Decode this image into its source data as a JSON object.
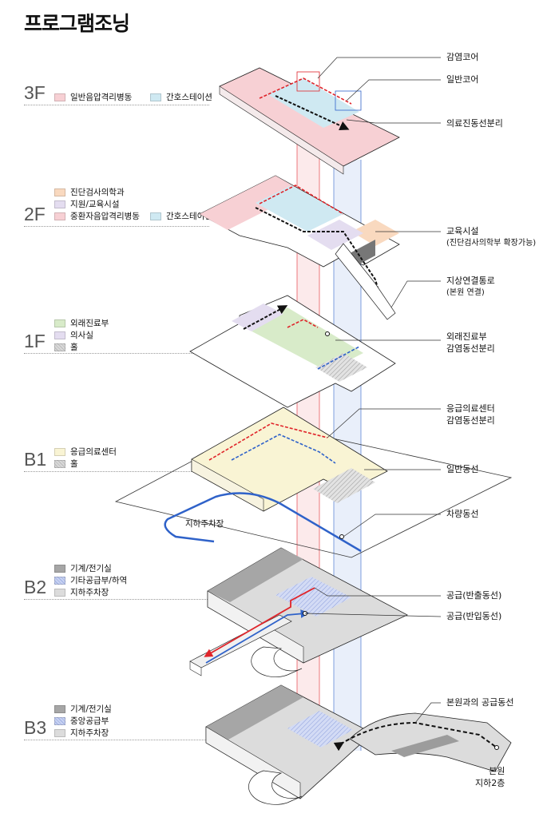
{
  "title": "프로그램조닝",
  "colors": {
    "isolation_ward": "#f7d0d4",
    "nurse_station": "#cfe9f2",
    "diagnostic": "#f9d9bf",
    "education": "#e4ddf0",
    "outpatient": "#d8ebc9",
    "doctor": "#e4ddf0",
    "hall": "#d9d9d9",
    "emergency": "#f9f4d4",
    "mechanical": "#a6a6a6",
    "supply": "#c9d3f2",
    "parking": "#dcdcdc",
    "red_flow": "#e0242a",
    "blue_flow": "#2f62c9"
  },
  "floors": [
    {
      "id": "3F",
      "label": "3F",
      "legend": [
        {
          "text": "일반음압격리병동",
          "color": "#f7d0d4"
        },
        {
          "text": "간호스테이션",
          "color": "#cfe9f2"
        }
      ]
    },
    {
      "id": "2F",
      "label": "2F",
      "legend": [
        {
          "text": "진단검사의학과",
          "color": "#f9d9bf"
        },
        {
          "text": "지원/교육시설",
          "color": "#e4ddf0"
        },
        {
          "text": "중환자음압격리병동",
          "color": "#f7d0d4"
        },
        {
          "text": "간호스테이션",
          "color": "#cfe9f2"
        }
      ]
    },
    {
      "id": "1F",
      "label": "1F",
      "legend": [
        {
          "text": "외래진료부",
          "color": "#d8ebc9"
        },
        {
          "text": "의사실",
          "color": "#e4ddf0"
        },
        {
          "text": "홀",
          "color": "#d9d9d9"
        }
      ]
    },
    {
      "id": "B1",
      "label": "B1",
      "legend": [
        {
          "text": "응급의료센터",
          "color": "#f9f4d4"
        },
        {
          "text": "홀",
          "color": "#d9d9d9"
        }
      ]
    },
    {
      "id": "B2",
      "label": "B2",
      "legend": [
        {
          "text": "기계/전기실",
          "color": "#a6a6a6"
        },
        {
          "text": "기타공급부/하역",
          "color": "#c9d3f2"
        },
        {
          "text": "지하주차장",
          "color": "#dcdcdc"
        }
      ]
    },
    {
      "id": "B3",
      "label": "B3",
      "legend": [
        {
          "text": "기계/전기실",
          "color": "#a6a6a6"
        },
        {
          "text": "중앙공급부",
          "color": "#c9d3f2"
        },
        {
          "text": "지하주차장",
          "color": "#dcdcdc"
        }
      ]
    }
  ],
  "callouts": {
    "infection_core": "감염코어",
    "general_core": "일반코어",
    "medical_flow_sep": "의료진동선분리",
    "education_facility": "교육시설",
    "education_facility_sub": "(진단검사의학부 확장가능)",
    "ground_passage": "지상연결통로",
    "ground_passage_sub": "(본원 연결)",
    "outpatient_1": "외래진료부",
    "outpatient_2": "감염동선분리",
    "emergency_1": "응급의료센터",
    "emergency_2": "감염동선분리",
    "general_flow": "일반동선",
    "vehicle_flow": "차량동선",
    "supply_out": "공급(반출동선)",
    "supply_in": "공급(반입동선)",
    "main_supply": "본원과의 공급동선",
    "main_building_1": "본원",
    "main_building_2": "지하2층"
  },
  "inline_labels": {
    "parking": "지하주차장"
  }
}
